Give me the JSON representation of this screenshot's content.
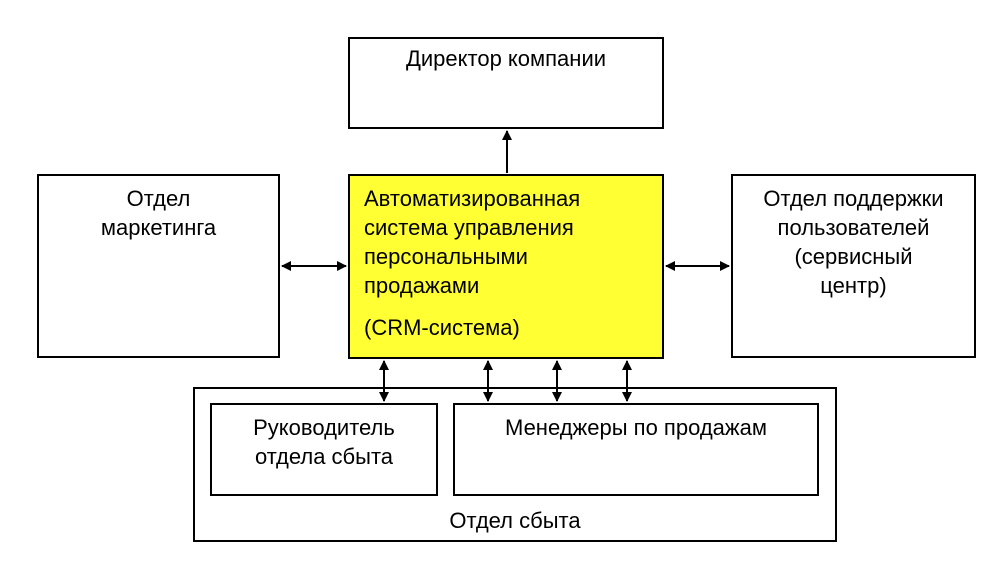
{
  "diagram": {
    "director": "Директор компании",
    "marketing": "Отдел\nмаркетинга",
    "crm": {
      "name": "Автоматизированная\nсистема управления\nперсональными\nпродажами",
      "abbr": "(CRM-система)",
      "fill": "#ffff33"
    },
    "support": "Отдел поддержки\nпользователей\n(сервисный\nцентр)",
    "sales_dept": {
      "label": "Отдел сбыта",
      "head": "Руководитель\nотдела сбыта",
      "managers": "Менеджеры по продажам"
    }
  }
}
